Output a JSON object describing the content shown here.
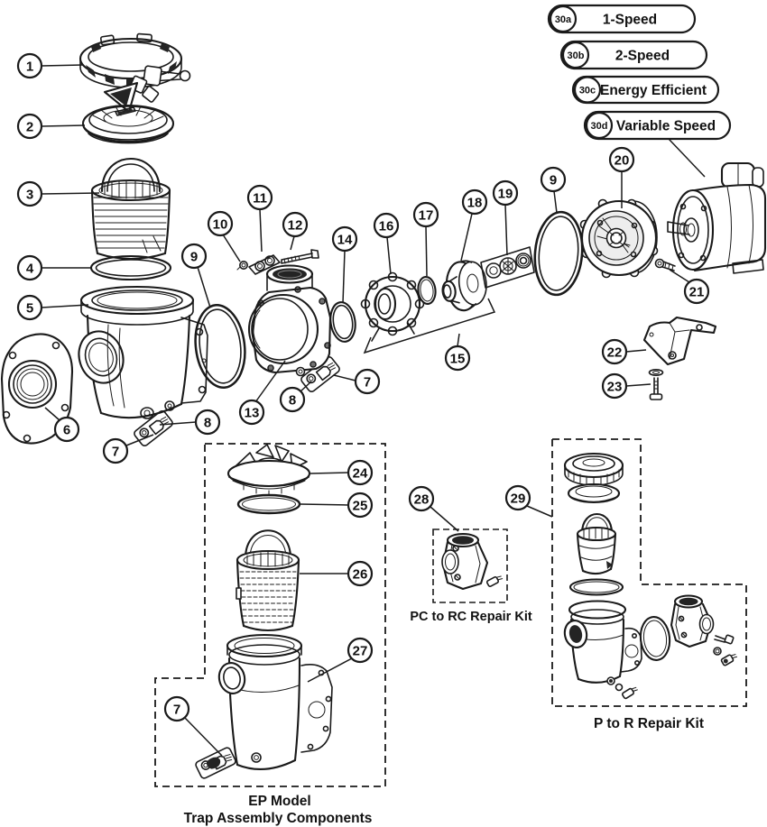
{
  "diagram": {
    "colors": {
      "ink": "#1a1a1a",
      "paper": "#ffffff"
    },
    "motor_options": [
      {
        "id": "30a",
        "label": "1-Speed"
      },
      {
        "id": "30b",
        "label": "2-Speed"
      },
      {
        "id": "30c",
        "label": "Energy Efficient"
      },
      {
        "id": "30d",
        "label": "Variable Speed"
      }
    ],
    "callouts": {
      "n1": "1",
      "n2": "2",
      "n3": "3",
      "n4": "4",
      "n5": "5",
      "n6": "6",
      "n7": "7",
      "n8": "8",
      "n9": "9",
      "n10": "10",
      "n11": "11",
      "n12": "12",
      "n13": "13",
      "n14": "14",
      "n15": "15",
      "n16": "16",
      "n17": "17",
      "n18": "18",
      "n19": "19",
      "n20": "20",
      "n21": "21",
      "n22": "22",
      "n23": "23",
      "n24": "24",
      "n25": "25",
      "n26": "26",
      "n27": "27",
      "n28": "28",
      "n29": "29"
    },
    "captions": {
      "ep_model_line1": "EP Model",
      "ep_model_line2": "Trap Assembly Components",
      "pc_to_rc": "PC to RC Repair Kit",
      "p_to_r": "P to R Repair Kit"
    }
  }
}
